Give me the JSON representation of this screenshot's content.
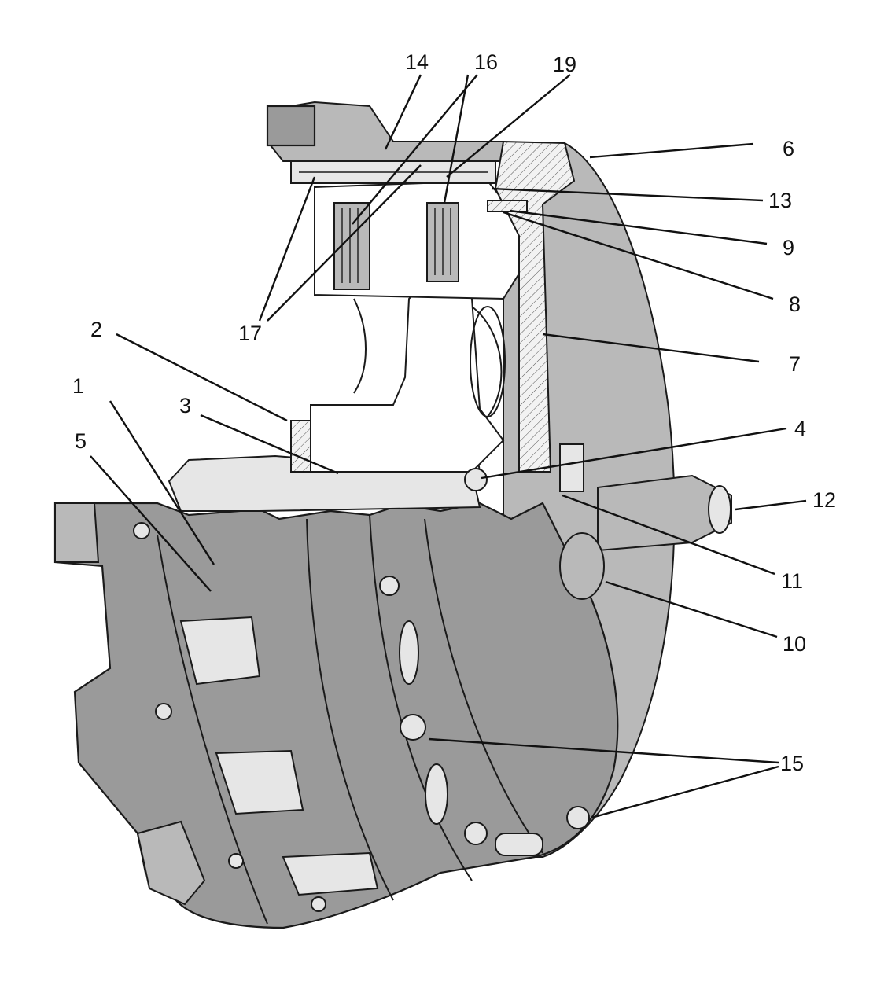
{
  "callouts": [
    {
      "id": "c1",
      "label": "1"
    },
    {
      "id": "c2",
      "label": "2"
    },
    {
      "id": "c3",
      "label": "3"
    },
    {
      "id": "c4",
      "label": "4"
    },
    {
      "id": "c5",
      "label": "5"
    },
    {
      "id": "c6",
      "label": "6"
    },
    {
      "id": "c7",
      "label": "7"
    },
    {
      "id": "c8",
      "label": "8"
    },
    {
      "id": "c9",
      "label": "9"
    },
    {
      "id": "c10",
      "label": "10"
    },
    {
      "id": "c11",
      "label": "11"
    },
    {
      "id": "c12",
      "label": "12"
    },
    {
      "id": "c13",
      "label": "13"
    },
    {
      "id": "c14",
      "label": "14"
    },
    {
      "id": "c15",
      "label": "15"
    },
    {
      "id": "c16",
      "label": "16"
    },
    {
      "id": "c17",
      "label": "17"
    },
    {
      "id": "c19",
      "label": "19"
    }
  ]
}
